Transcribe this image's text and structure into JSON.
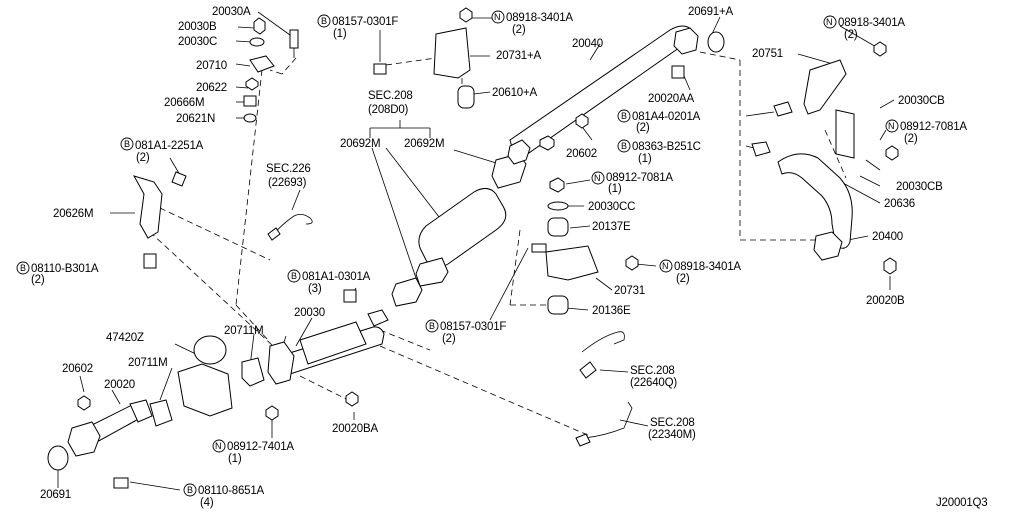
{
  "labels": {
    "p20030A": "20030A",
    "p20030B": "20030B",
    "p20030C": "20030C",
    "p20710": "20710",
    "p20622": "20622",
    "p20666M": "20666M",
    "p20621N": "20621N",
    "b081A1_2251A": "081A1-2251A",
    "b081A1_2251A_qty": "(2)",
    "p20626M": "20626M",
    "b08110_B301A": "08110-B301A",
    "b08110_B301A_qty": "(2)",
    "sec226": "SEC.226",
    "sec226_sub": "(22693)",
    "b08157_0301F_top": "08157-0301F",
    "b08157_0301F_top_qty": "(1)",
    "n08918_3401A_top": "08918-3401A",
    "n08918_3401A_top_qty": "(2)",
    "p20731A": "20731+A",
    "p20610A": "20610+A",
    "sec208_top": "SEC.208",
    "sec208_top_sub": "(208D0)",
    "p20692M_a": "20692M",
    "p20692M_b": "20692M",
    "p20040": "20040",
    "p20691A": "20691+A",
    "p20020AA": "20020AA",
    "b081A4_0201A": "081A4-0201A",
    "b081A4_0201A_qty": "(2)",
    "p20602_right": "20602",
    "b08363_B251C": "08363-B251C",
    "b08363_B251C_qty": "(1)",
    "n08912_7081A_mid": "08912-7081A",
    "n08912_7081A_mid_qty": "(1)",
    "p20030CC": "20030CC",
    "p20137E": "20137E",
    "n08918_3401A_right": "08918-3401A",
    "n08918_3401A_right_qty": "(2)",
    "p20751": "20751",
    "p20030CB_a": "20030CB",
    "n08912_7081A_right": "08912-7081A",
    "n08912_7081A_right_qty": "(2)",
    "p20030CB_b": "20030CB",
    "p20636": "20636",
    "p20400": "20400",
    "p20020B": "20020B",
    "n08918_3401A_mid": "08918-3401A",
    "n08918_3401A_mid_qty": "(2)",
    "p20731": "20731",
    "p20136E": "20136E",
    "b081A1_0301A": "081A1-0301A",
    "b081A1_0301A_qty": "(3)",
    "p20030": "20030",
    "b08157_0301F_mid": "08157-0301F",
    "b08157_0301F_mid_qty": "(2)",
    "p47420Z": "47420Z",
    "p20711M_a": "20711M",
    "p20711M_b": "20711M",
    "p20602_left": "20602",
    "p20020": "20020",
    "sec208_a": "SEC.208",
    "sec208_a_sub": "(22640Q)",
    "sec208_b": "SEC.208",
    "sec208_b_sub": "(22340M)",
    "p20020BA": "20020BA",
    "n08912_7401A": "08912-7401A",
    "n08912_7401A_qty": "(1)",
    "p20691": "20691",
    "b08110_8651A": "08110-8651A",
    "b08110_8651A_qty": "(4)",
    "diagram_code": "J20001Q3",
    "ref_B": "B",
    "ref_N": "N"
  }
}
